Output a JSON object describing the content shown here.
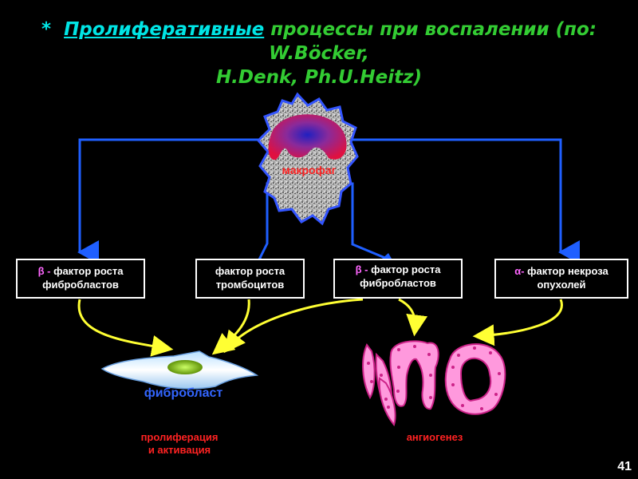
{
  "title": {
    "star": "*",
    "underlined": "Пролиферативные",
    "line1_rest": " процессы при воспалении (по: W.Böcker,",
    "line2": "H.Denk, Ph.U.Heitz)"
  },
  "macrophage_label": "макрофаг",
  "boxes": [
    {
      "greek": "β -",
      "line1": " фактор роста",
      "line2": "фибробластов"
    },
    {
      "greek": "",
      "line1": "фактор роста",
      "line2": "тромбоцитов"
    },
    {
      "greek": "β -",
      "line1": " фактор роста",
      "line2": "фибробластов"
    },
    {
      "greek": "α-",
      "line1": " фактор некроза",
      "line2": "опухолей"
    }
  ],
  "fibroblast_label": "фибробласт",
  "proliferation": {
    "line1": "пролиферация",
    "line2": "и активация"
  },
  "angiogenesis": "ангиогенез",
  "page_number": "41",
  "colors": {
    "title": "#33cc33",
    "accent": "#00e5e5",
    "arrow_blue": "#1f5fff",
    "arrow_yellow": "#ffff33",
    "red_label": "#ff2222",
    "cells": "#ff99dd"
  }
}
